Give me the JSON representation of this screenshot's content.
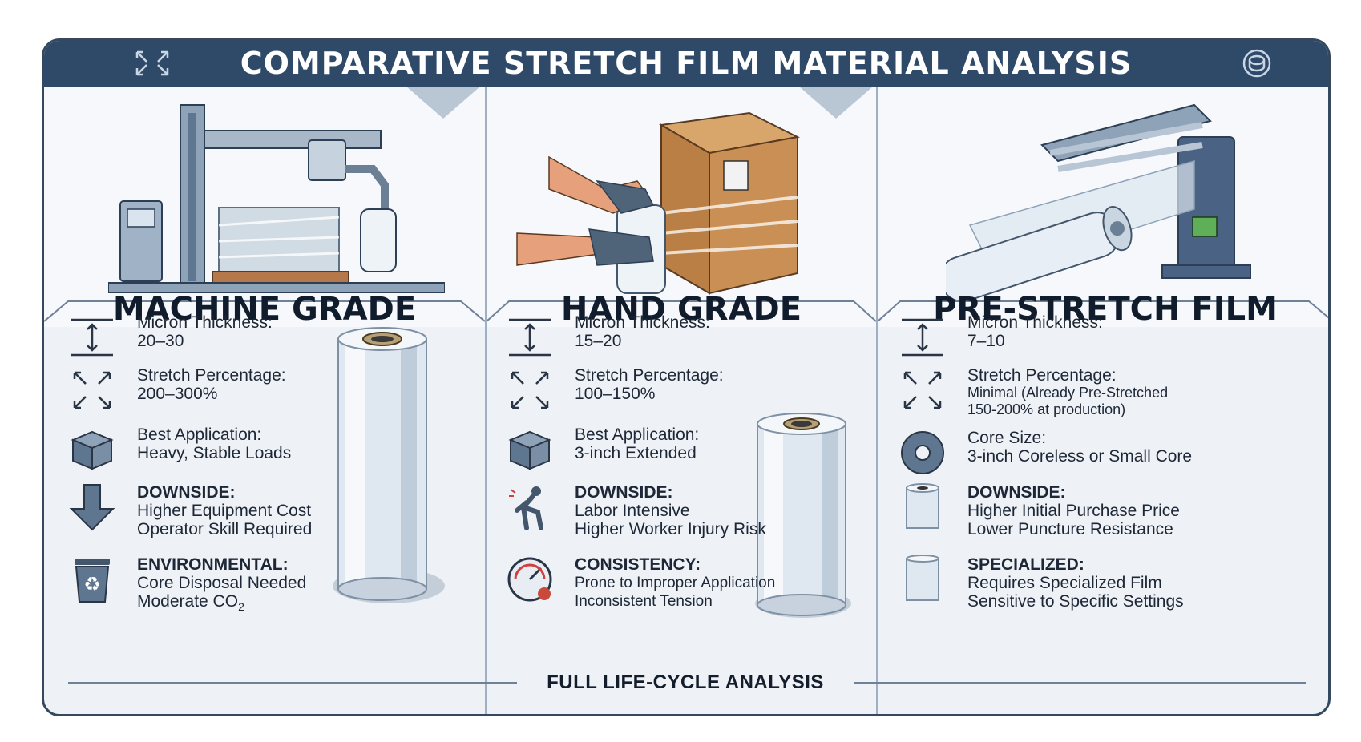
{
  "title": "COMPARATIVE STRETCH FILM MATERIAL ANALYSIS",
  "footer": "FULL LIFE-CYCLE ANALYSIS",
  "colors": {
    "header": "#2f4a68",
    "panel": "#eef2f6",
    "text": "#1d2736",
    "accent": "#34485f"
  },
  "columns": [
    {
      "title": "MACHINE GRADE",
      "image": "automatic-stretch-wrapping-machine",
      "specs": [
        {
          "icon": "thickness-icon",
          "label": "Micron Thickness:",
          "value": "20–30"
        },
        {
          "icon": "stretch-arrows-icon",
          "label": "Stretch Percentage:",
          "value": "200–300%"
        },
        {
          "icon": "box-icon",
          "label": "Best Application:",
          "value": "Heavy, Stable Loads"
        },
        {
          "icon": "down-arrow-icon",
          "label": "DOWNSIDE:",
          "value": "Higher Equipment Cost",
          "value2": "Operator Skill Required"
        },
        {
          "icon": "recycle-bin-icon",
          "label": "ENVIRONMENTAL:",
          "value": "Core Disposal Needed",
          "value2": "Moderate CO",
          "sub": "2"
        }
      ]
    },
    {
      "title": "HAND GRADE",
      "image": "hands-wrapping-box",
      "specs": [
        {
          "icon": "thickness-icon",
          "label": "Micron Thickness:",
          "value": "15–20"
        },
        {
          "icon": "stretch-arrows-icon",
          "label": "Stretch Percentage:",
          "value": "100–150%"
        },
        {
          "icon": "box-icon",
          "label": "Best Application:",
          "value": "3-inch Extended"
        },
        {
          "icon": "back-strain-icon",
          "label": "DOWNSIDE:",
          "value": "Labor Intensive",
          "value2": "Higher Worker Injury Risk"
        },
        {
          "icon": "tension-gauge-icon",
          "label": "CONSISTENCY:",
          "value": "Prone to Improper Application",
          "value2": "Inconsistent Tension"
        }
      ]
    },
    {
      "title": "PRE-STRETCH FILM",
      "image": "pre-stretch-film-machine",
      "specs": [
        {
          "icon": "thickness-icon",
          "label": "Micron Thickness:",
          "value": "7–10"
        },
        {
          "icon": "stretch-arrows-icon",
          "label": "Stretch Percentage:",
          "value": "Minimal (Already Pre-Stretched",
          "value2": "150-200% at production)"
        },
        {
          "icon": "core-ring-icon",
          "label": "Core Size:",
          "value": "3-inch Coreless or Small Core"
        },
        {
          "icon": "film-roll-icon",
          "label": "DOWNSIDE:",
          "value": "Higher Initial Purchase Price",
          "value2": "Lower Puncture Resistance"
        },
        {
          "icon": "specialized-icon",
          "label": "SPECIALIZED:",
          "value": "Requires Specialized Film",
          "value2": "Sensitive to Specific Settings"
        }
      ]
    }
  ]
}
